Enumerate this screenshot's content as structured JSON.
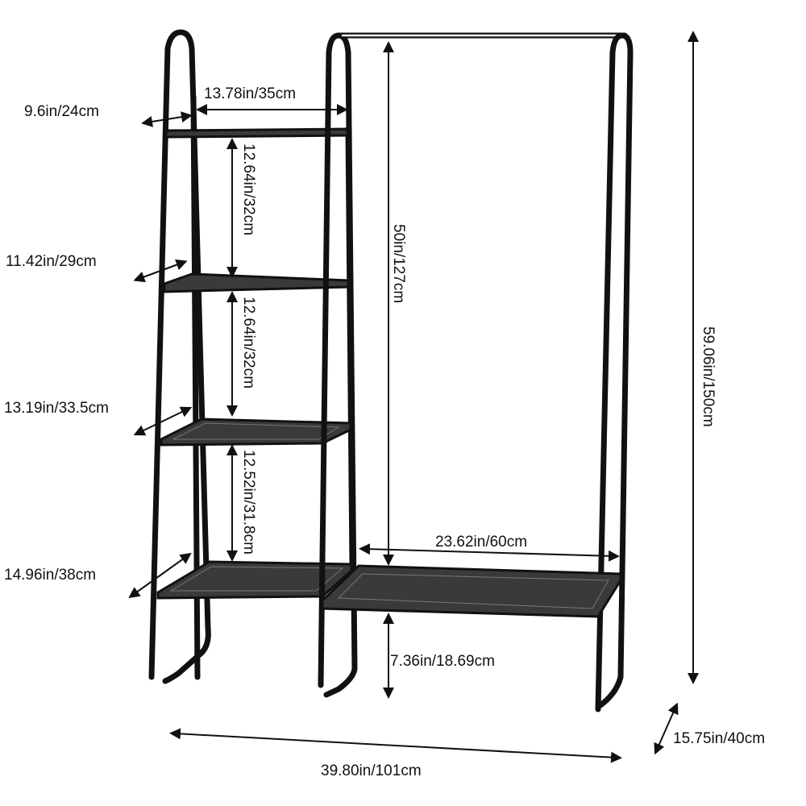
{
  "title": "Clothes rack with shelves dimensions",
  "dimensions": {
    "top_depth": "9.6in/24cm",
    "top_width": "13.78in/35cm",
    "gap1": "12.64in/32cm",
    "shelf2_depth": "11.42in/29cm",
    "gap2": "12.64in/32cm",
    "shelf3_depth": "13.19in/33.5cm",
    "gap3": "12.52in/31.8cm",
    "shelf4_depth": "14.96in/38cm",
    "hanging_height": "50in/127cm",
    "total_height": "59.06in/150cm",
    "bottom_shelf_width": "23.62in/60cm",
    "ground_clearance": "7.36in/18.69cm",
    "total_depth": "15.75in/40cm",
    "total_width": "39.80in/101cm"
  }
}
